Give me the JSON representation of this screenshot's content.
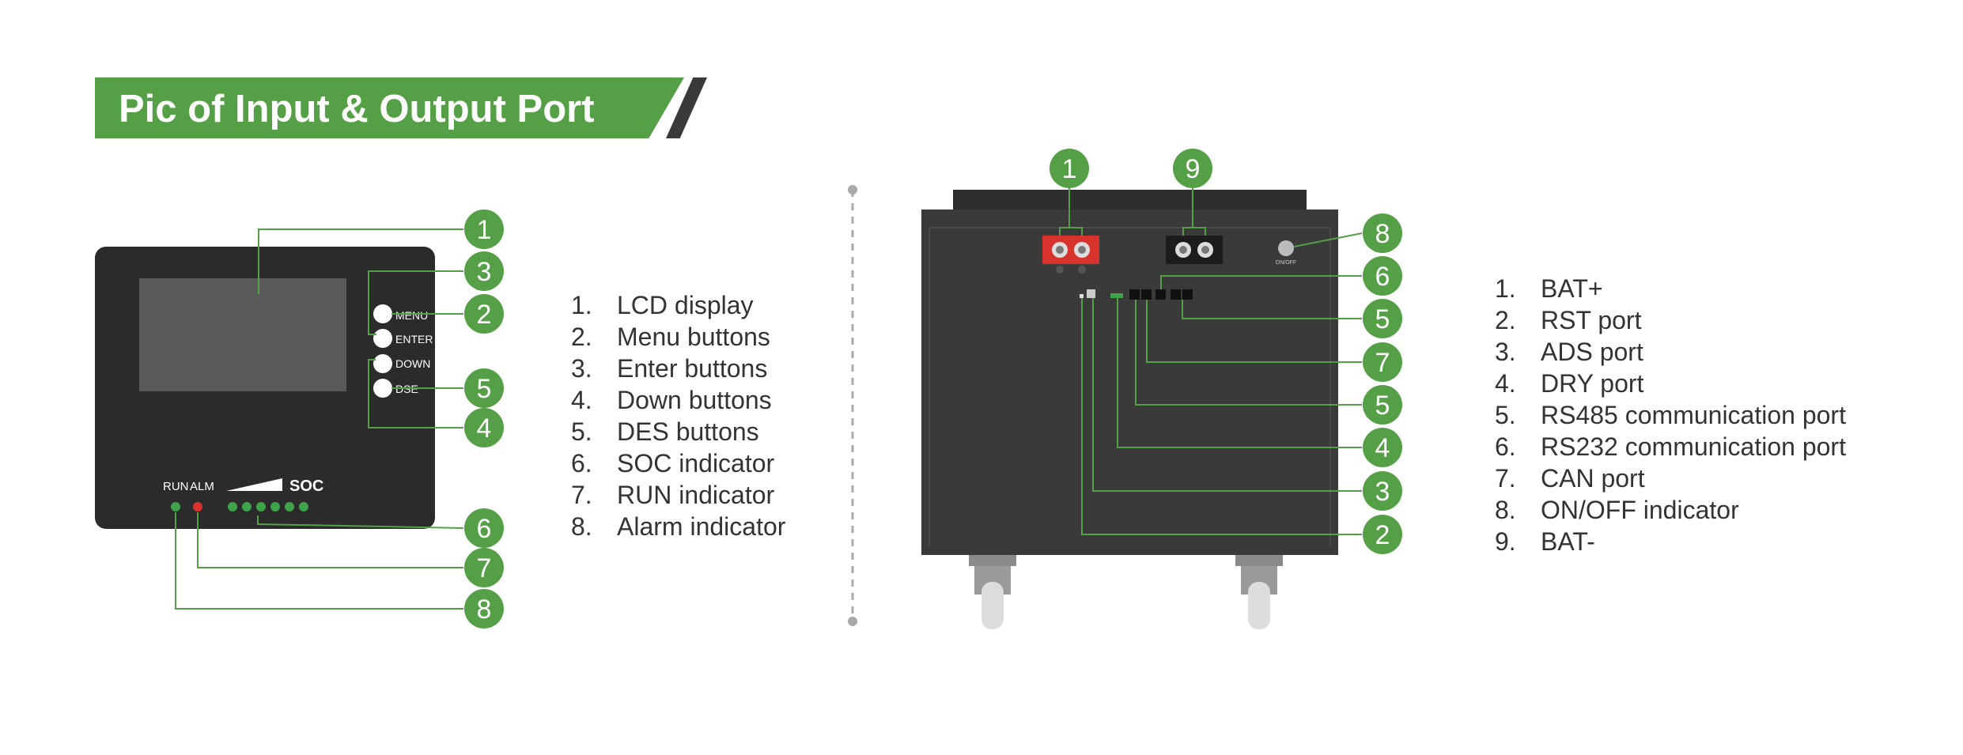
{
  "header": {
    "title": "Pic of Input & Output Port"
  },
  "panel": {
    "button_labels": [
      "MENU",
      "ENTER",
      "DOWN",
      "DSE"
    ],
    "indicator_labels": {
      "run": "RUN",
      "alm": "ALM",
      "soc": "SOC"
    }
  },
  "cabinet": {
    "switch_label": "ON/OFF"
  },
  "legend_left": {
    "items": [
      {
        "num": "1.",
        "label": "LCD display"
      },
      {
        "num": "2.",
        "label": "Menu buttons"
      },
      {
        "num": "3.",
        "label": "Enter buttons"
      },
      {
        "num": "4.",
        "label": "Down buttons"
      },
      {
        "num": "5.",
        "label": "DES buttons"
      },
      {
        "num": "6.",
        "label": "SOC indicator"
      },
      {
        "num": "7.",
        "label": "RUN indicator"
      },
      {
        "num": "8.",
        "label": "Alarm indicator"
      }
    ]
  },
  "legend_right": {
    "items": [
      {
        "num": "1.",
        "label": "BAT+"
      },
      {
        "num": "2.",
        "label": "RST port"
      },
      {
        "num": "3.",
        "label": "ADS port"
      },
      {
        "num": "4.",
        "label": "DRY port"
      },
      {
        "num": "5.",
        "label": "RS485 communication port"
      },
      {
        "num": "6.",
        "label": "RS232 communication port"
      },
      {
        "num": "7.",
        "label": "CAN port"
      },
      {
        "num": "8.",
        "label": "ON/OFF indicator"
      },
      {
        "num": "9.",
        "label": "BAT-"
      }
    ]
  },
  "callouts_left": [
    "1",
    "3",
    "2",
    "5",
    "4",
    "6",
    "7",
    "8"
  ],
  "callouts_right": [
    "1",
    "9",
    "8",
    "6",
    "5",
    "7",
    "5",
    "4",
    "3",
    "2"
  ],
  "colors": {
    "accent_green": "#55a046",
    "panel_dark": "#2b2b2b",
    "cabinet_dark": "#3a3a3a",
    "terminal_red": "#d8322d"
  }
}
